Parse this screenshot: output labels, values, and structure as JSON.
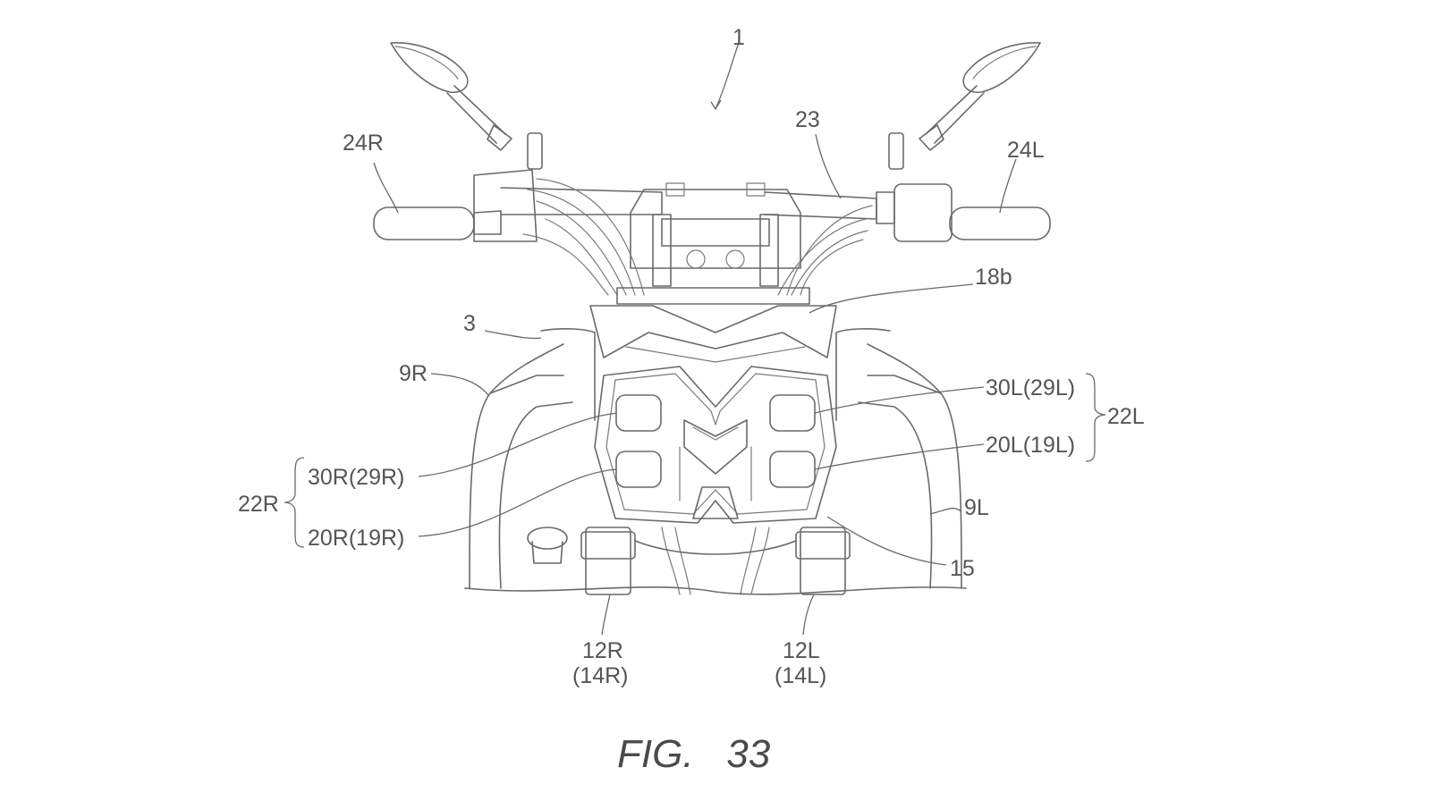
{
  "figure": {
    "caption": "FIG.   33"
  },
  "labels": {
    "assembly": "1",
    "handle_r": "24R",
    "handle_l": "24L",
    "cable": "23",
    "cover": "18b",
    "body": "3",
    "side_r": "9R",
    "side_l": "9L",
    "upper_r": "30R(29R)",
    "lower_r": "20R(19R)",
    "group_r": "22R",
    "upper_l": "30L(29L)",
    "lower_l": "20L(19L)",
    "group_l": "22L",
    "frame": "15",
    "fork_r": "12R",
    "fork_r_sub": "(14R)",
    "fork_l": "12L",
    "fork_l_sub": "(14L)"
  }
}
